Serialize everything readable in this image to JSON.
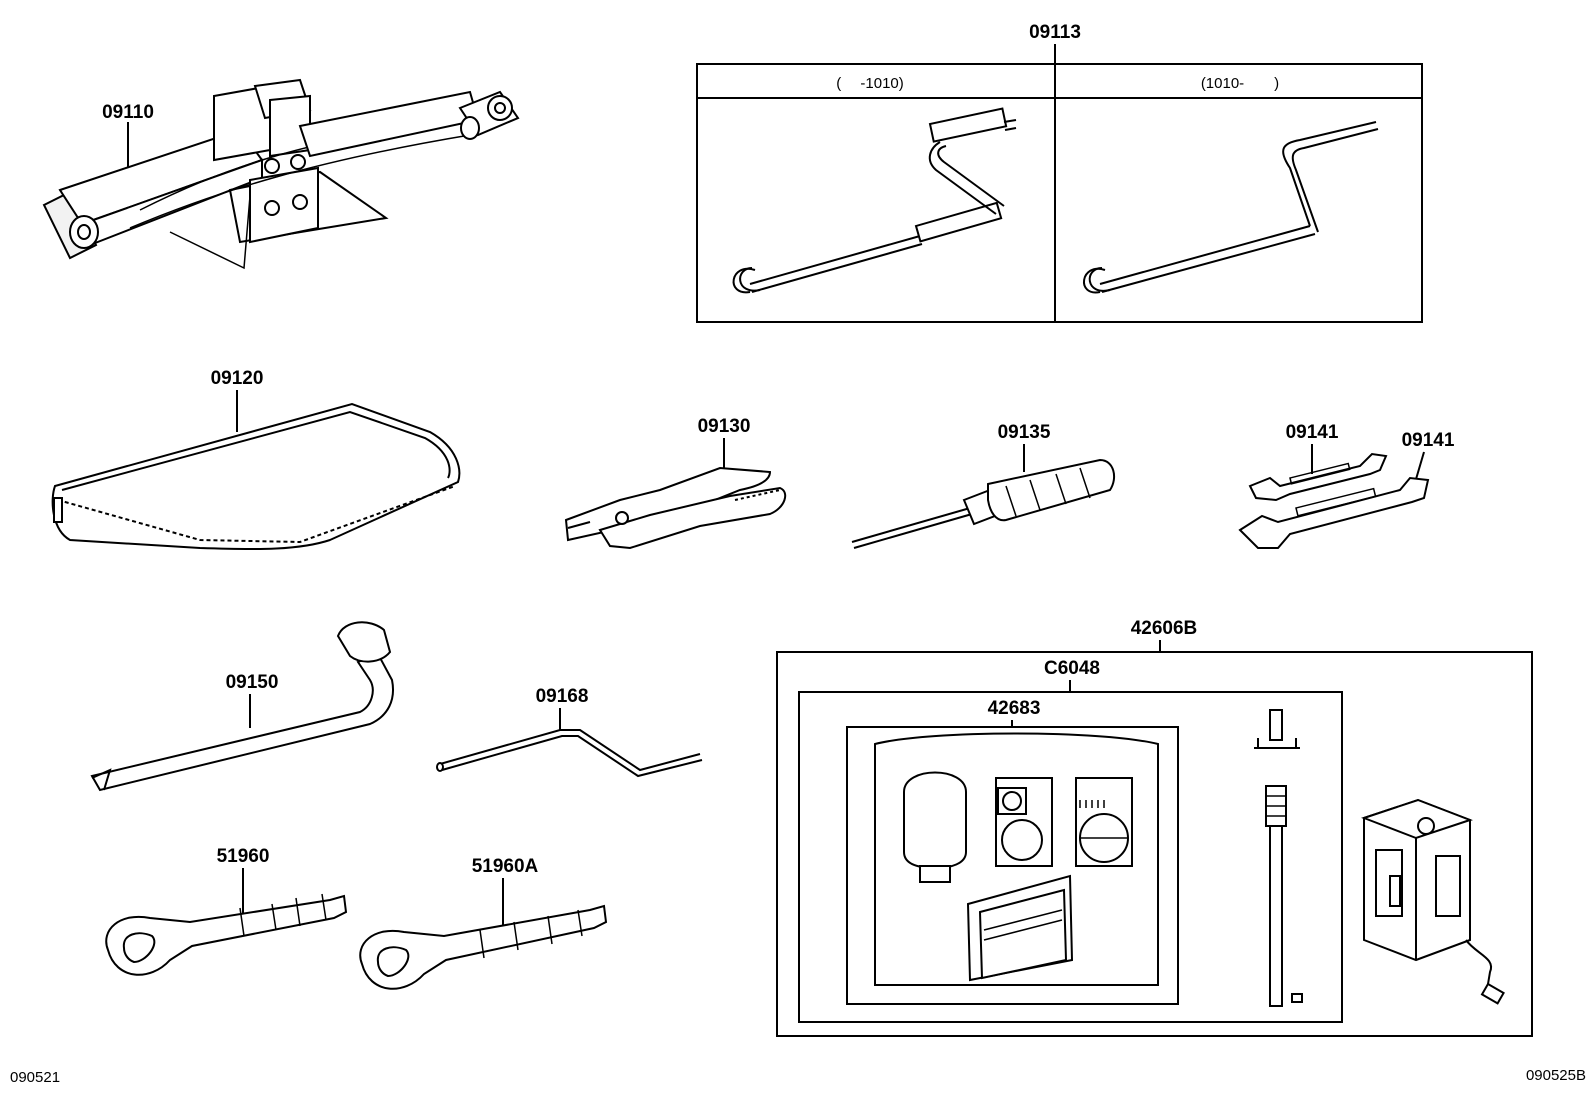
{
  "labels": {
    "p09110": "09110",
    "p09113": "09113",
    "p09113_left": "(　 -1010)",
    "p09113_right": "(1010-　　)",
    "p09120": "09120",
    "p09130": "09130",
    "p09135": "09135",
    "p09141a": "09141",
    "p09141b": "09141",
    "p09150": "09150",
    "p09168": "09168",
    "p51960": "51960",
    "p51960A": "51960A",
    "p42606B": "42606B",
    "pC6048": "C6048",
    "p42683": "42683"
  },
  "footer": {
    "left_code": "090521",
    "right_code": "090525B"
  },
  "parts": [
    {
      "id": "09110",
      "name": "jack-icon"
    },
    {
      "id": "09113",
      "name": "jack-handle-icon"
    },
    {
      "id": "09120",
      "name": "tool-bag-icon"
    },
    {
      "id": "09130",
      "name": "pliers-icon"
    },
    {
      "id": "09135",
      "name": "screwdriver-icon"
    },
    {
      "id": "09141",
      "name": "wrench-icon"
    },
    {
      "id": "09150",
      "name": "lug-wrench-icon"
    },
    {
      "id": "09168",
      "name": "rod-icon"
    },
    {
      "id": "51960",
      "name": "towing-eye-icon"
    },
    {
      "id": "42606B",
      "name": "repair-kit-icon"
    }
  ]
}
